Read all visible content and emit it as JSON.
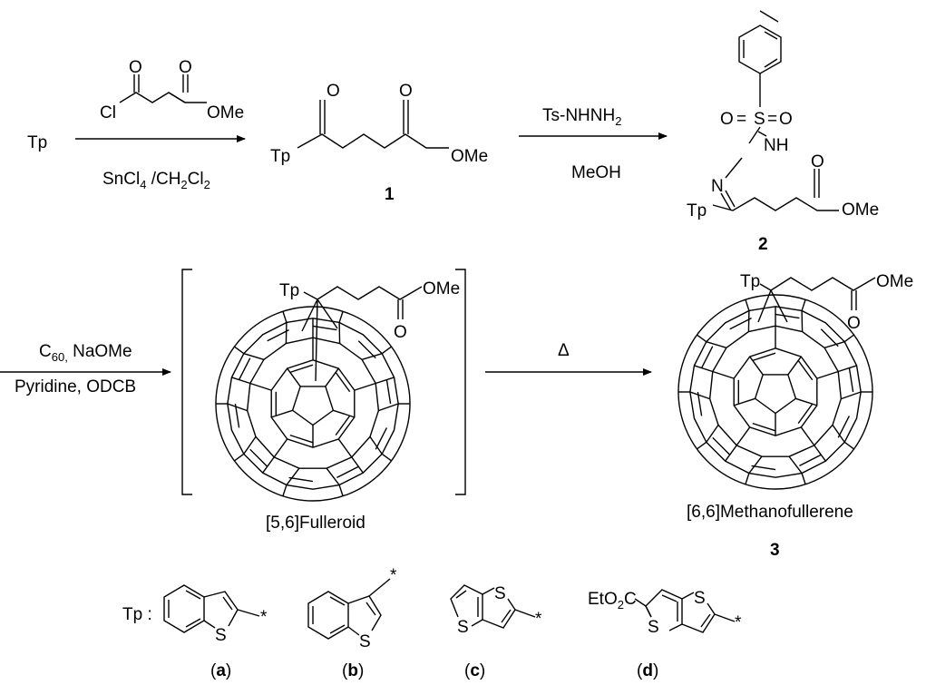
{
  "step1": {
    "start": "Tp",
    "reagent_atoms": {
      "o1": "O",
      "o2": "O",
      "cl": "Cl",
      "ome": "OMe"
    },
    "conditions": {
      "main": "SnCl",
      "sub4": "4",
      "rest": " /CH",
      "sub2a": "2",
      "cl": "Cl",
      "sub2b": "2"
    }
  },
  "compound1": {
    "tp": "Tp",
    "o1": "O",
    "o2": "O",
    "ome": "OMe",
    "label": "1"
  },
  "step2": {
    "reagent": "Ts-NHNH",
    "reagent_sub": "2",
    "solvent": "MeOH"
  },
  "compound2": {
    "o_left": "O",
    "s": "S",
    "o_right": "O",
    "eq1": "=",
    "eq2": "=",
    "nh": "NH",
    "n": "N",
    "tp": "Tp",
    "o": "O",
    "ome": "OMe",
    "label": "2"
  },
  "step3": {
    "reagent": "C",
    "reagent_sub": "60,",
    "reagent_rest": " NaOMe",
    "solvent": "Pyridine, ODCB"
  },
  "fulleroid": {
    "tp": "Tp",
    "ome": "OMe",
    "o": "O",
    "name": "[5,6]Fulleroid"
  },
  "step4": {
    "condition": "Δ"
  },
  "methanofullerene": {
    "tp": "Tp",
    "ome": "OMe",
    "o": "O",
    "name": "[6,6]Methanofullerene",
    "label": "3"
  },
  "tp_legend": {
    "prefix": "Tp :",
    "items": [
      {
        "letter": "a",
        "s": "S",
        "star": "*"
      },
      {
        "letter": "b",
        "s": "S",
        "star": "*"
      },
      {
        "letter": "c",
        "s1": "S",
        "s2": "S",
        "star": "*"
      },
      {
        "letter": "d",
        "s1": "S",
        "s2": "S",
        "star": "*",
        "ester": "EtO",
        "ester_sub": "2",
        "ester_rest": "C"
      }
    ]
  }
}
